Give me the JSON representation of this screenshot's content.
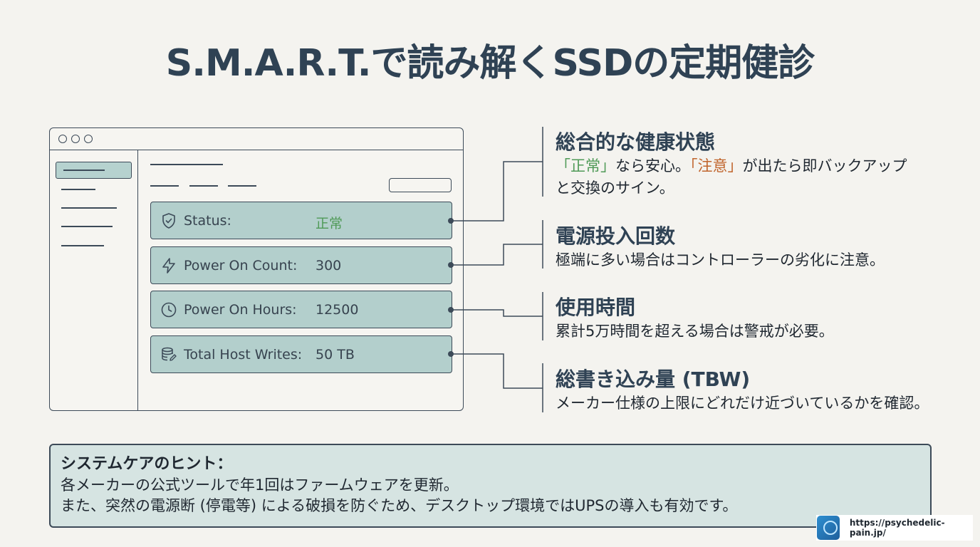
{
  "title": "S.M.A.R.T.で読み解くSSDの定期健診",
  "rows": [
    {
      "icon": "shield-icon",
      "label": "Status:",
      "value": "正常"
    },
    {
      "icon": "lightning-icon",
      "label": "Power On Count:",
      "value": "300"
    },
    {
      "icon": "clock-icon",
      "label": "Power On Hours:",
      "value": "12500"
    },
    {
      "icon": "database-icon",
      "label": "Total Host Writes:",
      "value": "50 TB"
    }
  ],
  "annotations": [
    {
      "title": "総合的な健康状態",
      "desc_ok": "「正常」",
      "desc_mid": "なら安心。",
      "desc_warn": "「注意」",
      "desc_rest": "が出たら即バックアップ",
      "desc2": "と交換のサイン。"
    },
    {
      "title": "電源投入回数",
      "desc": "極端に多い場合はコントローラーの劣化に注意。"
    },
    {
      "title": "使用時間",
      "desc": "累計5万時間を超える場合は警戒が必要。"
    },
    {
      "title": "総書き込み量 (TBW)",
      "desc": "メーカー仕様の上限にどれだけ近づいているかを確認。"
    }
  ],
  "tip": {
    "title": "システムケアのヒント：",
    "line1": "各メーカーの公式ツールで年1回はファームウェアを更新。",
    "line2": "また、突然の電源断 (停電等) による破損を防ぐため、デスクトップ環境ではUPSの導入も有効です。"
  },
  "badge": {
    "url": "https://psychedelic-pain.jp/"
  },
  "colors": {
    "accent_ok": "#4f9a57",
    "accent_warn": "#c0642c",
    "row_fill": "#b3cfcc",
    "tip_fill": "#d6e4e2"
  }
}
